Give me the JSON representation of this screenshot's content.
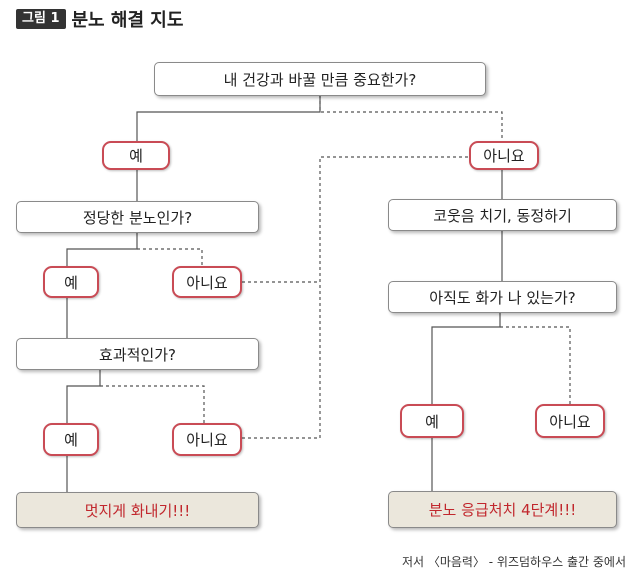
{
  "header": {
    "figure_label": "그림 1",
    "title": "분노 해결 지도"
  },
  "nodes": {
    "q_health": "내 건강과 바꿀 만큼 중요한가?",
    "q_justified": "정당한 분노인가?",
    "q_effective": "효과적인가?",
    "action_laugh": "코웃음 치기, 동정하기",
    "q_still_angry": "아직도 화가 나 있는가?",
    "result_cool": "멋지게 화내기!!!",
    "result_emergency": "분노 응급처치 4단계!!!"
  },
  "answers": {
    "yes": "예",
    "no": "아니요"
  },
  "source": "저서 〈마음력〉 - 위즈덤하우스 출간 중에서",
  "colors": {
    "pill_border": "#c94b55",
    "result_text": "#c1272d",
    "result_bg": "#ebe7dc"
  }
}
